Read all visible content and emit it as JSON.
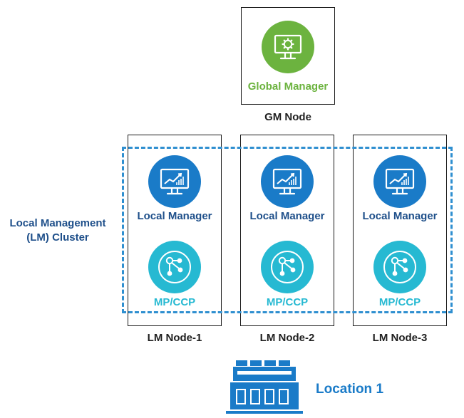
{
  "colors": {
    "global_manager": "#6cb33f",
    "local_manager": "#1a7bc8",
    "mp_ccp": "#26b9d2",
    "cluster_dash": "#2f8fd0",
    "location": "#1a7bc8",
    "cluster_label": "#1e4f8a",
    "box_border": "#1a1a1a"
  },
  "gm_node": {
    "role_label": "Global Manager",
    "caption": "GM Node",
    "icon": "monitor-gear-icon"
  },
  "cluster": {
    "label_line1": "Local Management",
    "label_line2": "(LM) Cluster"
  },
  "lm_nodes": [
    {
      "caption": "LM Node-1",
      "manager_label": "Local Manager",
      "manager_icon": "monitor-chart-icon",
      "mp_label": "MP/CCP",
      "mp_icon": "network-nodes-icon"
    },
    {
      "caption": "LM Node-2",
      "manager_label": "Local Manager",
      "manager_icon": "monitor-chart-icon",
      "mp_label": "MP/CCP",
      "mp_icon": "network-nodes-icon"
    },
    {
      "caption": "LM Node-3",
      "manager_label": "Local Manager",
      "manager_icon": "monitor-chart-icon",
      "mp_label": "MP/CCP",
      "mp_icon": "network-nodes-icon"
    }
  ],
  "location": {
    "label": "Location 1",
    "icon": "building-icon"
  }
}
